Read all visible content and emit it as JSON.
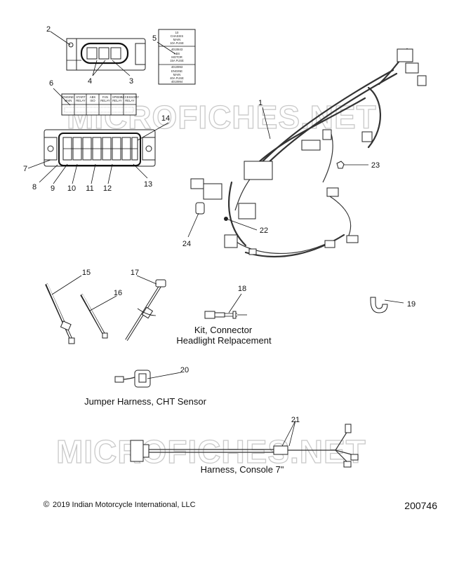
{
  "watermark": "MICROFICHES.NET",
  "callouts": [
    "1",
    "2",
    "3",
    "4",
    "5",
    "6",
    "7",
    "8",
    "9",
    "10",
    "11",
    "12",
    "13",
    "14",
    "15",
    "16",
    "17",
    "18",
    "19",
    "20",
    "21",
    "22",
    "23",
    "24"
  ],
  "fuse_labels": {
    "chassis": [
      "10",
      "CHASSIS",
      "MAIN",
      "10A FUSE",
      "4010843"
    ],
    "abs": [
      "ABS",
      "MOTOR",
      "15A FUSE",
      "4010993"
    ],
    "engine": [
      "ENGINE",
      "MAIN",
      "40A FUSE",
      "4010994"
    ]
  },
  "relay_labels": [
    [
      "ENGINE",
      "MAIN",
      "RELAY"
    ],
    [
      "START",
      "RELAY"
    ],
    [
      "ABS",
      "ISO",
      "RELAY"
    ],
    [
      "FAN",
      "RELAY"
    ],
    [
      "SPEED",
      "RELAY"
    ],
    [
      "ACCESSORY",
      "RELAY"
    ]
  ],
  "captions": {
    "kit_connector": "Kit, Connector",
    "headlight_replacement": "Headlight Relpacement",
    "jumper_harness": "Jumper Harness, CHT Sensor",
    "harness_console": "Harness, Console 7\""
  },
  "footer": {
    "copyright": "2019 Indian Motorcycle International, LLC",
    "copyright_symbol": "©",
    "diagram_number": "200746"
  }
}
